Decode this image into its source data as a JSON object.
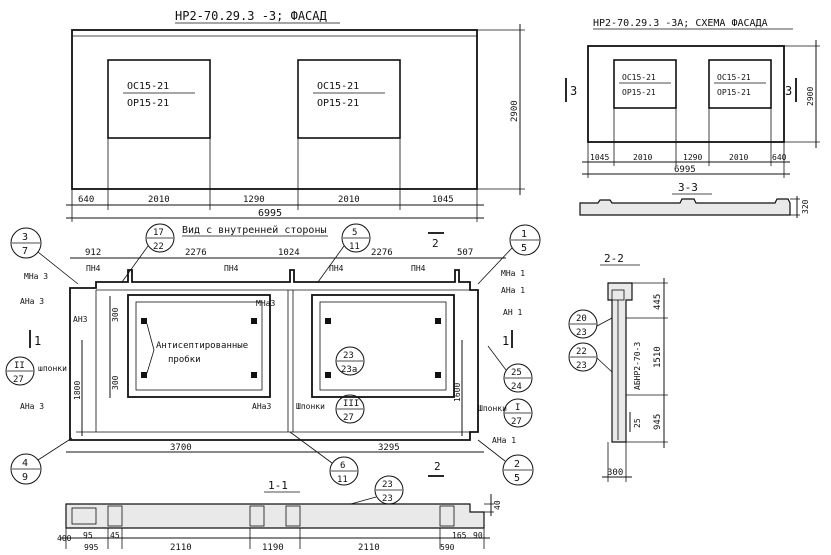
{
  "titles": {
    "facade": "НР2-70.29.3 -3; ФАСАД",
    "scheme": "НР2-70.29.3 -3А; СХЕМА ФАСАДА",
    "inner_view": "Вид с внутренней стороны",
    "section_3": "3-3",
    "section_2": "2-2",
    "section_1": "1-1"
  },
  "windows": {
    "top": "ОС15-21",
    "bottom": "ОР15-21"
  },
  "facade_dims": {
    "bottom": [
      "640",
      "2010",
      "1290",
      "2010",
      "1045"
    ],
    "total": "6995",
    "height": "2900"
  },
  "scheme_dims": {
    "bottom": [
      "1045",
      "2010",
      "1290",
      "2010",
      "640"
    ],
    "total": "6995",
    "height": "2900",
    "sec_left": "3",
    "sec_right": "3"
  },
  "sec33": {
    "dim": "320"
  },
  "inner_top_dims": [
    "912",
    "2276",
    "1024",
    "2276",
    "507"
  ],
  "inner_bottom_dims": [
    "3700",
    "3295"
  ],
  "inner_side_dims": {
    "left": "1800",
    "right": "1600",
    "win_top": "300",
    "win_bot": "300"
  },
  "labels": {
    "pn4_1": "ПН4",
    "pn4_2": "ПН4",
    "pn4_3": "ПН4",
    "pn4_4": "ПН4",
    "mna3_left": "МНа 3",
    "ana3_left": "АНа 3",
    "an3": "АН3",
    "shponki_left": "шпонки",
    "ana3_bottom": "АНа 3",
    "mna3_mid": "МНа3",
    "ana3_mid": "АНа3",
    "shponki_mid": "Шпонки",
    "mna1": "МНа 1",
    "ana1": "АНа 1",
    "an1": "АН 1",
    "shponki_right": "Шпонки",
    "ana1_bottom": "АНа 1",
    "plugs_1": "Антисептированные",
    "plugs_2": "пробки",
    "sec1_mark": "1",
    "sec1_mark_r": "1",
    "sec2_mark": "2",
    "sec2_mark_b": "2"
  },
  "callouts": [
    {
      "top": "3",
      "bottom": "7"
    },
    {
      "top": "17",
      "bottom": "22"
    },
    {
      "top": "5",
      "bottom": "11"
    },
    {
      "top": "1",
      "bottom": "5"
    },
    {
      "top": "II",
      "bottom": "27"
    },
    {
      "top": "23",
      "bottom": "23а"
    },
    {
      "top": "25",
      "bottom": "24"
    },
    {
      "top": "I",
      "bottom": "27"
    },
    {
      "top": "III",
      "bottom": "27"
    },
    {
      "top": "4",
      "bottom": "9"
    },
    {
      "top": "6",
      "bottom": "11"
    },
    {
      "top": "2",
      "bottom": "5"
    },
    {
      "top": "23",
      "bottom": "23"
    },
    {
      "top": "20",
      "bottom": "23"
    },
    {
      "top": "22",
      "bottom": "23"
    }
  ],
  "sec22": {
    "mark": "АБНР2-70-3",
    "dims": [
      "445",
      "1510",
      "945"
    ],
    "width": "300",
    "small": "25"
  },
  "sec11_dims": {
    "parts": [
      "400",
      "95",
      "45",
      "995",
      "2110",
      "1190",
      "2110",
      "590",
      "165",
      "90"
    ],
    "right": "40"
  }
}
